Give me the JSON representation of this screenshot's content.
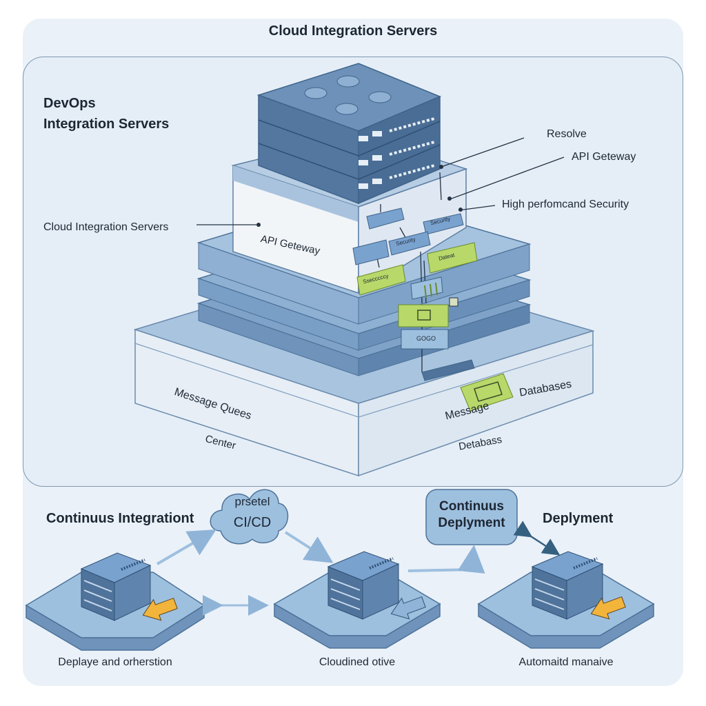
{
  "diagram": {
    "title": "Cloud Integration Servers",
    "heading_line1": "DevOps",
    "heading_line2": "Integration Servers",
    "callouts": {
      "resolve": "Resolve",
      "api_gateway_right": "API Geteway",
      "high_performance_security": "High perfomcand Security",
      "cloud_integration_servers": "Cloud Integration Servers",
      "api_gateway_slab": "API Geteway"
    },
    "chips": {
      "chip_top_left": "",
      "chip_top_right": "Securtty",
      "chip_mid": "Security",
      "chip_left": "",
      "chip_center": "Ssecccccy",
      "chip_right": "Dateat",
      "chip_base": "GOGO"
    },
    "base_labels": {
      "message_queues": "Message Quees",
      "center": "Center",
      "message": "Message",
      "databases_right": "Databases",
      "database_bottom": "Detabass"
    }
  },
  "pipeline": {
    "continuous_integration": "Continuus Integrationt",
    "cloud_line1": "prsetel",
    "cloud_line2": "CI/CD",
    "cd_box_line1": "Continuus",
    "cd_box_line2": "Deplyment",
    "deployment": "Deplyment",
    "platforms": [
      {
        "caption": "Deplaye and orherstion"
      },
      {
        "caption": "Cloudined otive"
      },
      {
        "caption": "Automaitd manaive"
      }
    ]
  },
  "colors": {
    "server_top": "#5b82ab",
    "server_side": "#4a6f97",
    "slab_light": "#b9d0e6",
    "slab_mid": "#8fb0d1",
    "slab_dark": "#6f93bb",
    "chip_blue": "#7aa2cf",
    "chip_green": "#b8d86a",
    "arrow_light": "#9ec0df",
    "arrow_orange": "#f2b43a",
    "background": "#eaf1f8"
  }
}
